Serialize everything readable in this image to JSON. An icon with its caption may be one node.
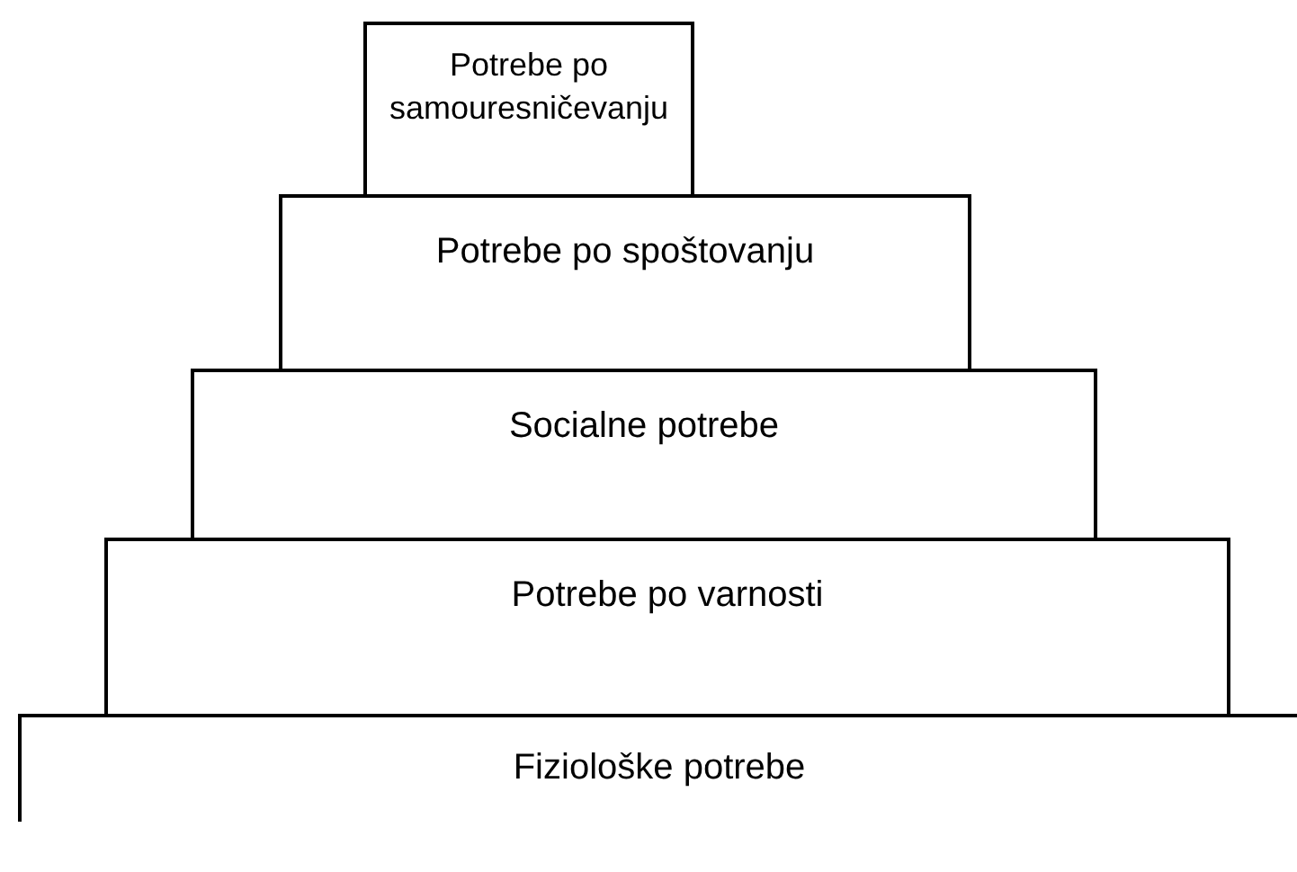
{
  "diagram": {
    "nodes": [
      {
        "text": [
          "Potrebe po samouresničevanju"
        ]
      },
      {
        "text": [
          "Potrebe po spoštovanju"
        ]
      },
      {
        "text": [
          "Socialne potrebe"
        ]
      },
      {
        "text": [
          "Potrebe po varnosti"
        ]
      },
      {
        "text": [
          "Fiziološke potrebe"
        ]
      }
    ]
  }
}
